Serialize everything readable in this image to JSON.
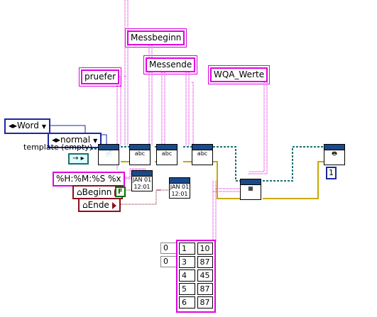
{
  "string_constants": {
    "messbeginn": "Messbeginn",
    "messende": "Messende",
    "pruefer": "pruefer",
    "wqa_werte": "WQA_Werte",
    "time_format": "%H:%M:%S %x"
  },
  "enums": {
    "word": "Word",
    "normal": "normal"
  },
  "labels": {
    "template": "template (empty)"
  },
  "controls": {
    "beginn": "Beginn",
    "ende": "Ende"
  },
  "bool_constant": "F",
  "numeric_constant": "1",
  "vi_icons": {
    "new_report": "",
    "append_text_1": "abc",
    "append_text_2": "abc",
    "append_text_3": "abc",
    "table": "",
    "print": "",
    "time_1": "JAN 01 12:01",
    "time_2": "JAN 01 12:01"
  },
  "array_indices": [
    "0",
    "0"
  ],
  "table_rows": [
    [
      "1",
      "10"
    ],
    [
      "3",
      "87"
    ],
    [
      "4",
      "45"
    ],
    [
      "5",
      "87"
    ],
    [
      "6",
      "87"
    ]
  ],
  "colors": {
    "string_wire": "#e000e0",
    "refnum_wire": "#1a7070",
    "error_wire": "#c8a800",
    "enum_border": "#1a2aa0",
    "control_border": "#8a1020"
  }
}
